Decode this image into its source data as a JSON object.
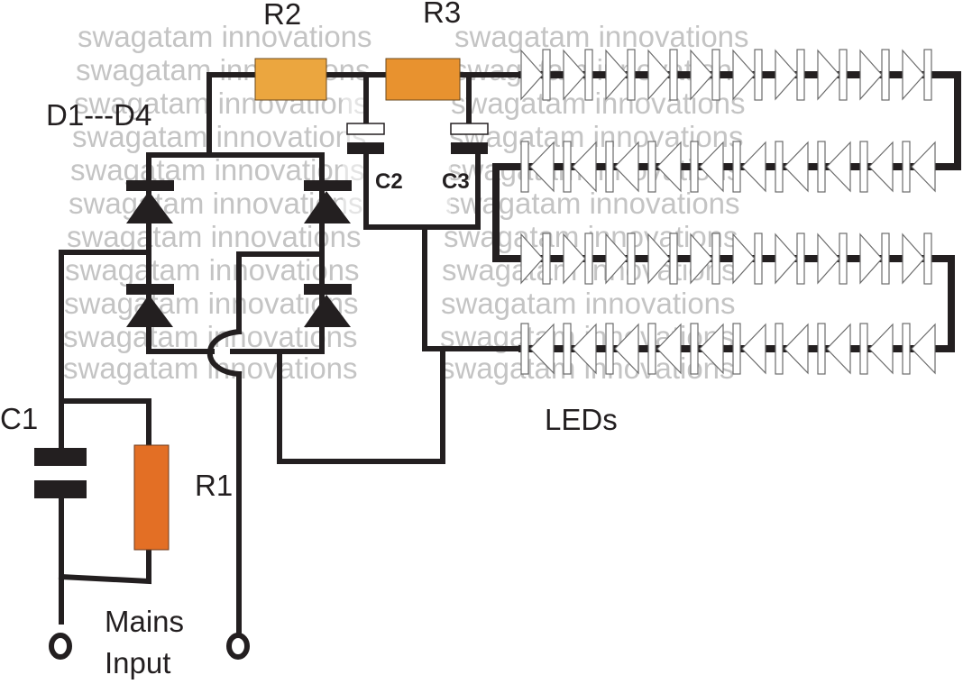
{
  "diagram": {
    "type": "circuit-schematic",
    "watermark_text": "swagatam innovations",
    "colors": {
      "wire": "#231f20",
      "resistor_r1": "#e36f25",
      "resistor_r2": "#eba63f",
      "resistor_r3": "#e8922f",
      "watermark": "#c4c4c4",
      "led_outline": "#6b6b6b"
    },
    "labels": {
      "r2": "R2",
      "r3": "R3",
      "bridge": "D1---D4",
      "c2": "C2",
      "c3": "C3",
      "c1": "C1",
      "r1": "R1",
      "leds": "LEDs",
      "mains_line1": "Mains",
      "mains_line2": "Input"
    },
    "components": [
      {
        "id": "C1",
        "kind": "capacitor",
        "role": "series dropper capacitor"
      },
      {
        "id": "R1",
        "kind": "resistor",
        "role": "bleeder resistor parallel to C1"
      },
      {
        "id": "D1-D4",
        "kind": "bridge-rectifier",
        "count": 4
      },
      {
        "id": "R2",
        "kind": "resistor",
        "role": "series"
      },
      {
        "id": "R3",
        "kind": "resistor",
        "role": "series"
      },
      {
        "id": "C2",
        "kind": "electrolytic-capacitor",
        "role": "filter"
      },
      {
        "id": "C3",
        "kind": "electrolytic-capacitor",
        "role": "filter"
      }
    ],
    "led_string": {
      "rows": 4,
      "leds_per_row": 10,
      "total_leds": 40,
      "row_directions": [
        "right",
        "left",
        "right",
        "left"
      ]
    },
    "terminals": 2
  }
}
